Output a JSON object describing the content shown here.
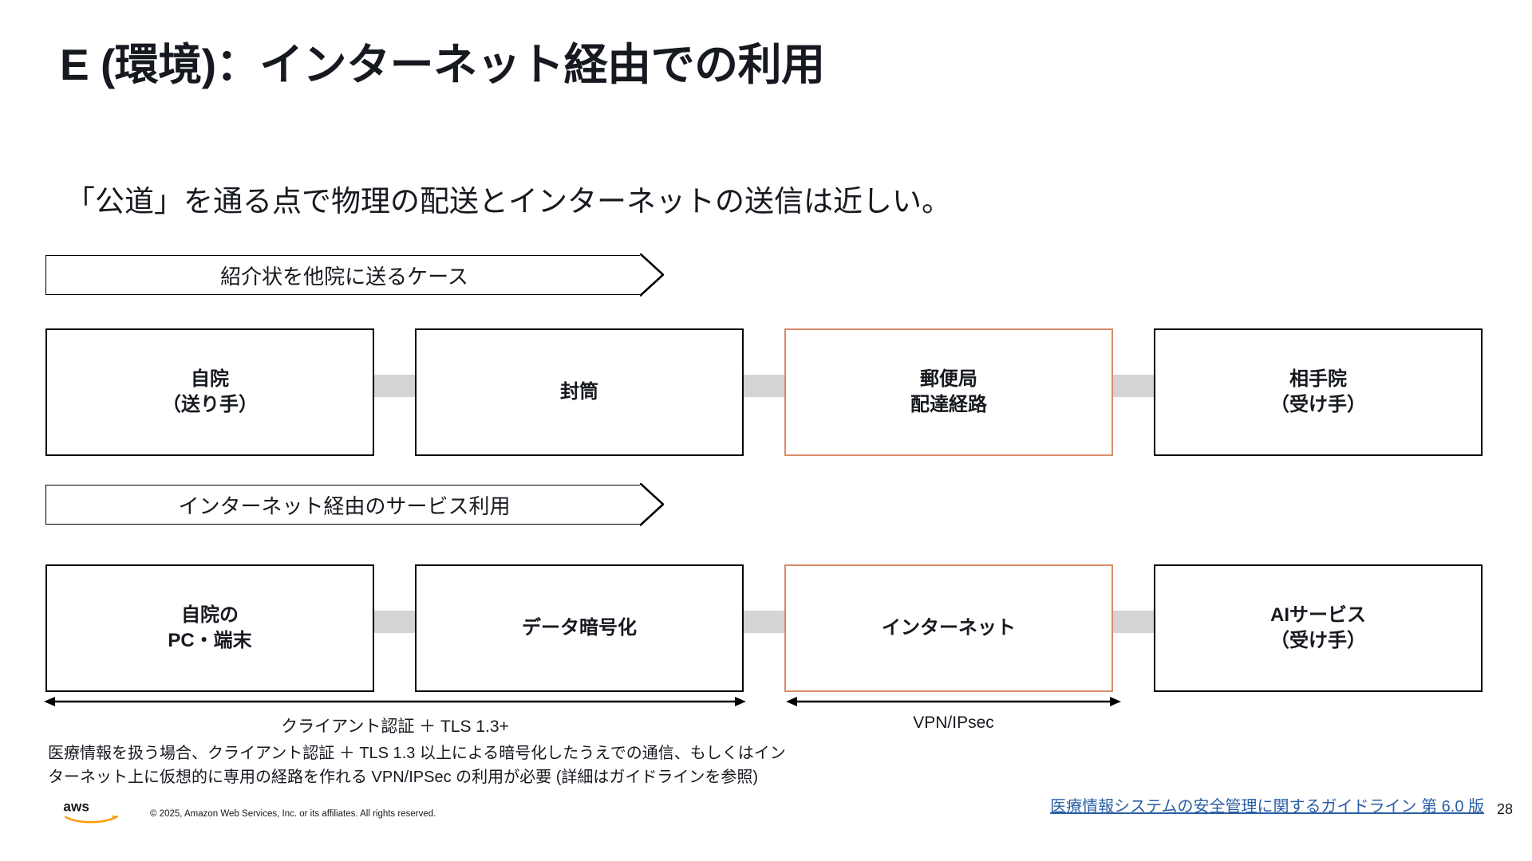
{
  "slide": {
    "title": "E (環境)：インターネット経由での利用",
    "lead": "「公道」を通る点で物理の配送とインターネットの送信は近しい。",
    "accent_color": "#d98b6b",
    "connector_color": "#d4d4d4",
    "link_color": "#2a5fa5"
  },
  "section1": {
    "banner": "紹介状を他院に送るケース",
    "boxes": [
      {
        "line1": "自院",
        "line2": "（送り手）",
        "accent": false
      },
      {
        "line1": "封筒",
        "line2": "",
        "accent": false
      },
      {
        "line1": "郵便局",
        "line2": "配達経路",
        "accent": true
      },
      {
        "line1": "相手院",
        "line2": "（受け手）",
        "accent": false
      }
    ]
  },
  "section2": {
    "banner": "インターネット経由のサービス利用",
    "boxes": [
      {
        "line1": "自院の",
        "line2": "PC・端末",
        "accent": false
      },
      {
        "line1": "データ暗号化",
        "line2": "",
        "accent": false
      },
      {
        "line1": "インターネット",
        "line2": "",
        "accent": true
      },
      {
        "line1": "AIサービス",
        "line2": "（受け手）",
        "accent": false
      }
    ]
  },
  "measures": [
    {
      "label": "クライアント認証 ＋ TLS 1.3+"
    },
    {
      "label": "VPN/IPsec"
    }
  ],
  "note": {
    "line1": "医療情報を扱う場合、クライアント認証 ＋ TLS 1.3 以上による暗号化したうえでの通信、もしくはイン",
    "line2": "ターネット上に仮想的に専用の経路を作れる VPN/IPSec の利用が必要 (詳細はガイドラインを参照)"
  },
  "footer": {
    "copyright": "© 2025, Amazon Web Services, Inc. or its affiliates. All rights reserved.",
    "reference_link": "医療情報システムの安全管理に関するガイドライン 第 6.0 版",
    "page_number": "28",
    "logo_alt": "aws"
  }
}
